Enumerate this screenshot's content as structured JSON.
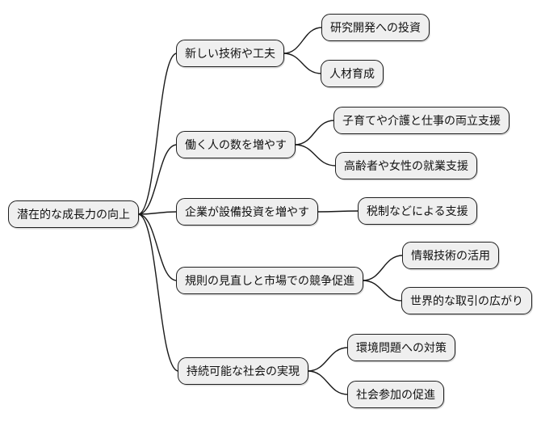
{
  "diagram": {
    "type": "mindmap",
    "root": {
      "label": "潜在的な成長力の向上"
    },
    "branches": [
      {
        "label": "新しい技術や工夫",
        "children": [
          {
            "label": "研究開発への投資"
          },
          {
            "label": "人材育成"
          }
        ]
      },
      {
        "label": "働く人の数を増やす",
        "children": [
          {
            "label": "子育てや介護と仕事の両立支援"
          },
          {
            "label": "高齢者や女性の就業支援"
          }
        ]
      },
      {
        "label": "企業が設備投資を増やす",
        "children": [
          {
            "label": "税制などによる支援"
          }
        ]
      },
      {
        "label": "規則の見直しと市場での競争促進",
        "children": [
          {
            "label": "情報技術の活用"
          },
          {
            "label": "世界的な取引の広がり"
          }
        ]
      },
      {
        "label": "持続可能な社会の実現",
        "children": [
          {
            "label": "環境問題への対策"
          },
          {
            "label": "社会参加の促進"
          }
        ]
      }
    ],
    "colors": {
      "background": "#ffffff",
      "node_fill": "#efefef",
      "node_border": "#1f1f1f",
      "text": "#111111",
      "connector": "#1a1a1a"
    }
  }
}
